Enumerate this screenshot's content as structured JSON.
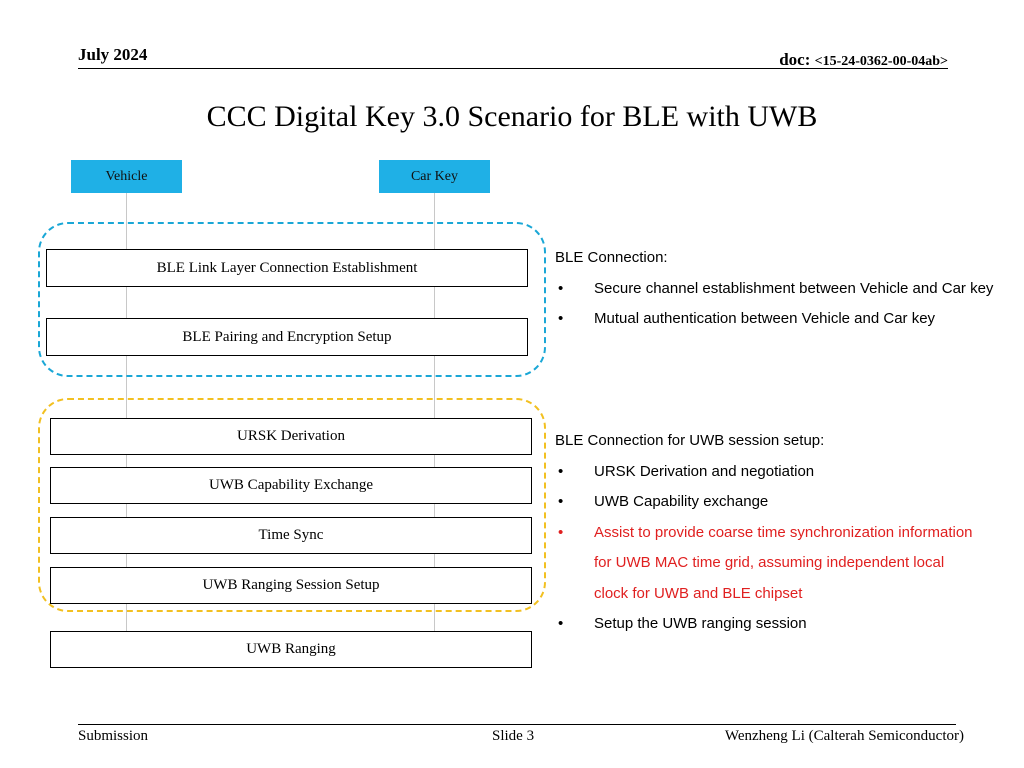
{
  "header": {
    "date": "July 2024",
    "doc_prefix": "doc: ",
    "doc_number": "<15-24-0362-00-04ab>"
  },
  "title": "CCC Digital Key 3.0 Scenario for BLE with UWB",
  "actors": {
    "vehicle": "Vehicle",
    "car_key": "Car Key"
  },
  "steps": {
    "ble_link": "BLE Link Layer Connection Establishment",
    "ble_pairing": "BLE Pairing and Encryption Setup",
    "ursk": "URSK Derivation",
    "uwb_capability": "UWB Capability Exchange",
    "time_sync": "Time Sync",
    "uwb_session": "UWB Ranging Session Setup",
    "uwb_ranging": "UWB Ranging"
  },
  "notes": {
    "ble": {
      "heading": "BLE Connection:",
      "bullets": [
        "Secure channel establishment between Vehicle and Car key",
        "Mutual authentication between Vehicle and Car key"
      ]
    },
    "uwb": {
      "heading": "BLE Connection for UWB session setup:",
      "bullets": [
        "URSK Derivation and negotiation",
        "UWB Capability exchange",
        "Assist to provide coarse time synchronization information for UWB MAC time grid, assuming independent local clock for UWB and BLE chipset",
        "Setup the UWB ranging session"
      ]
    }
  },
  "footer": {
    "left": "Submission",
    "center": "Slide 3",
    "right": "Wenzheng Li (Calterah Semiconductor)"
  },
  "colors": {
    "actor_fill": "#1fb0e6",
    "ble_group_border": "#1aa7d6",
    "uwb_group_border": "#f2c021",
    "highlight_text": "#e02020"
  }
}
